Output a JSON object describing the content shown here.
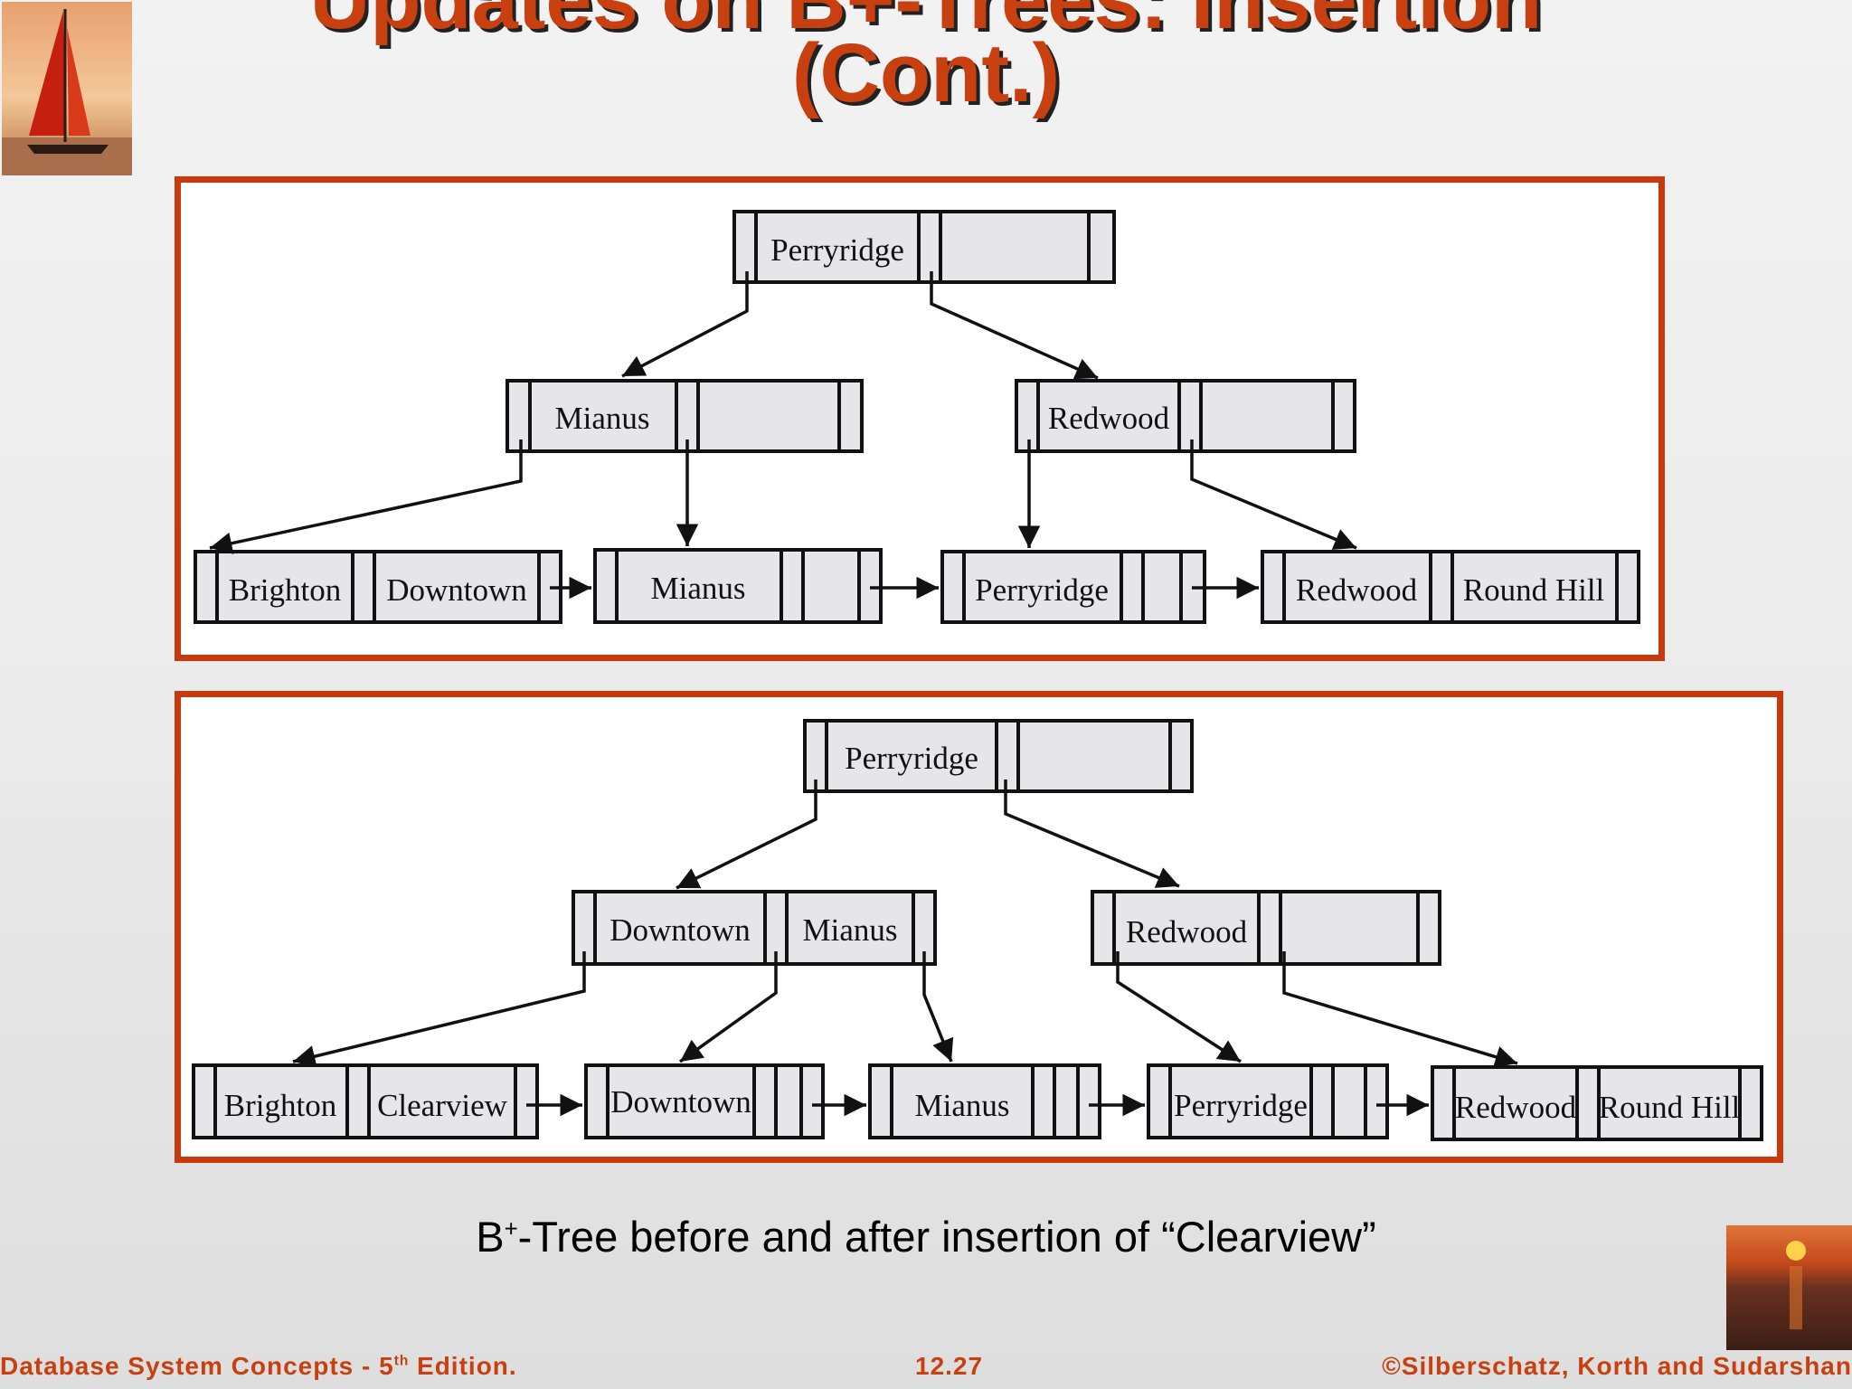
{
  "title": {
    "line1": "Updates on B+-Trees: Insertion",
    "line2": "(Cont.)"
  },
  "diagram_before": {
    "root": "Perryridge",
    "internal_left": "Mianus",
    "internal_right": "Redwood",
    "leaves": [
      [
        "Brighton",
        "Downtown"
      ],
      [
        "Mianus"
      ],
      [
        "Perryridge"
      ],
      [
        "Redwood",
        "Round Hill"
      ]
    ]
  },
  "diagram_after": {
    "root": "Perryridge",
    "internal_left": [
      "Downtown",
      "Mianus"
    ],
    "internal_right": "Redwood",
    "leaves": [
      [
        "Brighton",
        "Clearview"
      ],
      [
        "Downtown"
      ],
      [
        "Mianus"
      ],
      [
        "Perryridge"
      ],
      [
        "Redwood",
        "Round Hill"
      ]
    ]
  },
  "caption": {
    "prefix": "B",
    "sup": "+",
    "rest": "-Tree before and after insertion of “Clearview”"
  },
  "footer": {
    "left_prefix": "Database System Concepts - 5",
    "left_sup": "th",
    "left_suffix": " Edition.",
    "center": "12.27",
    "right": "©Silberschatz, Korth and Sudarshan"
  },
  "colors": {
    "accent": "#c8400f",
    "frame_border": "#c83a0e",
    "node_fill": "#e6e6ea"
  }
}
